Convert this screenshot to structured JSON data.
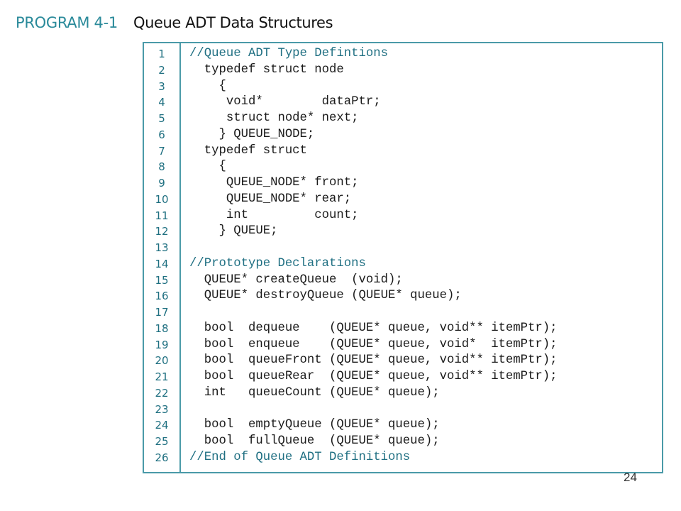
{
  "header": {
    "program_label": "PROGRAM 4-1",
    "title": "Queue ADT Data Structures"
  },
  "code_lines": [
    {
      "num": "1",
      "text": "//Queue ADT Type Defintions",
      "kind": "comment"
    },
    {
      "num": "2",
      "text": "  typedef struct node",
      "kind": "code"
    },
    {
      "num": "3",
      "text": "    {",
      "kind": "code"
    },
    {
      "num": "4",
      "text": "     void*        dataPtr;",
      "kind": "code"
    },
    {
      "num": "5",
      "text": "     struct node* next;",
      "kind": "code"
    },
    {
      "num": "6",
      "text": "    } QUEUE_NODE;",
      "kind": "code"
    },
    {
      "num": "7",
      "text": "  typedef struct",
      "kind": "code"
    },
    {
      "num": "8",
      "text": "    {",
      "kind": "code"
    },
    {
      "num": "9",
      "text": "     QUEUE_NODE* front;",
      "kind": "code"
    },
    {
      "num": "10",
      "text": "     QUEUE_NODE* rear;",
      "kind": "code"
    },
    {
      "num": "11",
      "text": "     int         count;",
      "kind": "code"
    },
    {
      "num": "12",
      "text": "    } QUEUE;",
      "kind": "code"
    },
    {
      "num": "13",
      "text": "",
      "kind": "code"
    },
    {
      "num": "14",
      "text": "//Prototype Declarations",
      "kind": "comment"
    },
    {
      "num": "15",
      "text": "  QUEUE* createQueue  (void);",
      "kind": "code"
    },
    {
      "num": "16",
      "text": "  QUEUE* destroyQueue (QUEUE* queue);",
      "kind": "code"
    },
    {
      "num": "17",
      "text": "",
      "kind": "code"
    },
    {
      "num": "18",
      "text": "  bool  dequeue    (QUEUE* queue, void** itemPtr);",
      "kind": "code"
    },
    {
      "num": "19",
      "text": "  bool  enqueue    (QUEUE* queue, void*  itemPtr);",
      "kind": "code"
    },
    {
      "num": "20",
      "text": "  bool  queueFront (QUEUE* queue, void** itemPtr);",
      "kind": "code"
    },
    {
      "num": "21",
      "text": "  bool  queueRear  (QUEUE* queue, void** itemPtr);",
      "kind": "code"
    },
    {
      "num": "22",
      "text": "  int   queueCount (QUEUE* queue);",
      "kind": "code"
    },
    {
      "num": "23",
      "text": "",
      "kind": "code"
    },
    {
      "num": "24",
      "text": "  bool  emptyQueue (QUEUE* queue);",
      "kind": "code"
    },
    {
      "num": "25",
      "text": "  bool  fullQueue  (QUEUE* queue);",
      "kind": "code"
    },
    {
      "num": "26",
      "text": "//End of Queue ADT Definitions",
      "kind": "comment"
    }
  ],
  "page_number": "24",
  "colors": {
    "accent": "#2a8a9a",
    "border": "#4a9aa8",
    "line_number": "#1e6f80",
    "comment": "#1f6f82",
    "code_text": "#1a1a1a"
  }
}
